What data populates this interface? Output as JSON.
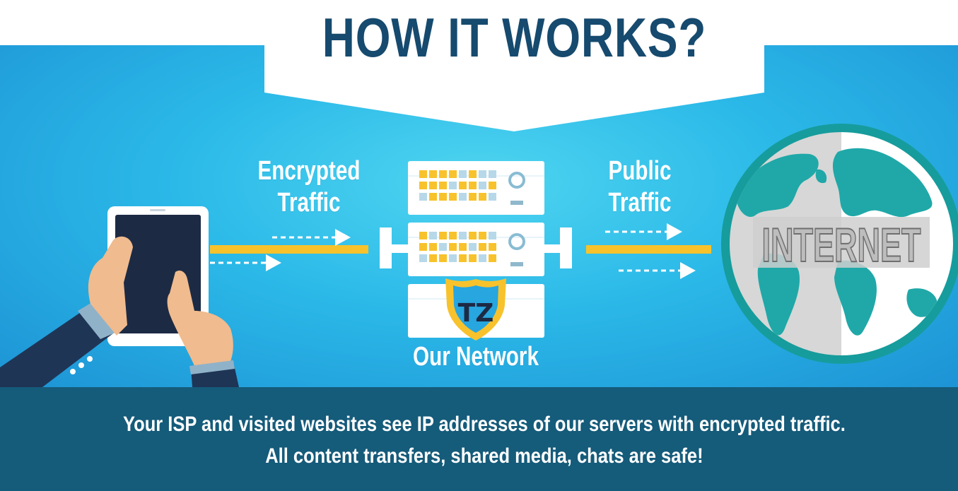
{
  "title": "HOW IT WORKS?",
  "diagram": {
    "encrypted_label_line1": "Encrypted",
    "encrypted_label_line2": "Traffic",
    "public_label_line1": "Public",
    "public_label_line2": "Traffic",
    "network_label": "Our Network",
    "internet_label": "INTERNET",
    "shield_monogram": "TZ"
  },
  "footer": {
    "line1": "Your ISP and visited websites see IP addresses of our servers with encrypted traffic.",
    "line2": "All content transfers, shared media, chats are safe!"
  },
  "colors": {
    "title_text": "#164a6e",
    "sky_blue": "#2bb9e8",
    "footer_bg": "#155b7a",
    "accent_yellow": "#f8c22c",
    "globe_teal": "#20a8a8"
  },
  "icons": [
    "tablet-icon",
    "hand-icon",
    "server-icon",
    "shield-icon",
    "globe-icon",
    "arrow-icon"
  ]
}
